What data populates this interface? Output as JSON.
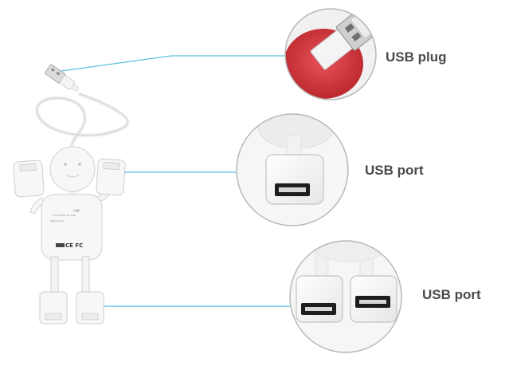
{
  "callouts": {
    "plug_label": "USB plug",
    "port_label_1": "USB port",
    "port_label_2": "USB port"
  },
  "hub_text": {
    "model_line_1": "4-port USB 2.0 Hub",
    "model_line_2": "High Speed",
    "power_label": "Power",
    "certification_marks": "CE FC"
  },
  "colors": {
    "leader_line": "#5bc0dc",
    "label_text": "#4a4a4a",
    "hub_body": "#f7f7f7",
    "plug_background": "#d9363b",
    "circle_border": "#b8b8b8"
  }
}
